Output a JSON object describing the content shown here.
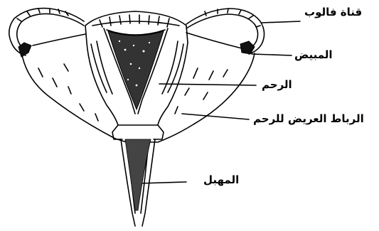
{
  "diagram": {
    "labels": {
      "fallopian_tube": "قناة فالوب",
      "ovary": "المبيض",
      "uterus": "الرحم",
      "broad_ligament": "الرباط العريض للرحم",
      "vagina": "المهبل"
    }
  }
}
